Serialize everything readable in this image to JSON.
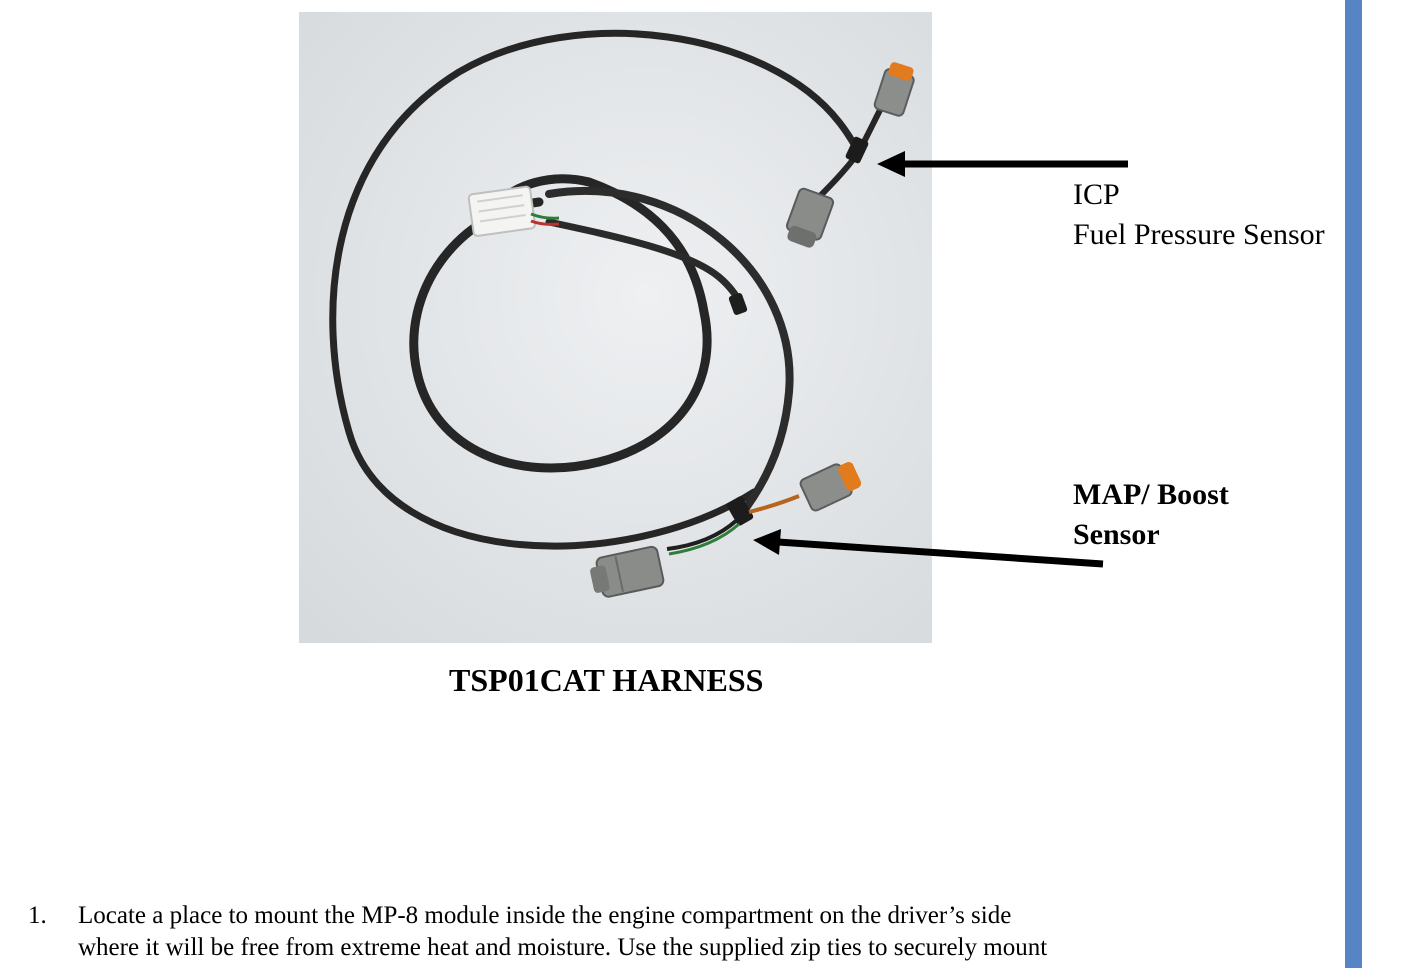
{
  "figure": {
    "icp_label_line1": "ICP",
    "icp_label_line2": "Fuel Pressure Sensor",
    "map_label_line1": "MAP/ Boost",
    "map_label_line2": "Sensor",
    "caption": "TSP01CAT HARNESS"
  },
  "instructions": {
    "step_number": "1.",
    "line1": "Locate a place to mount the MP-8 module inside the engine compartment on the driver’s side",
    "line2": "where it will be free from extreme heat and moisture.  Use the supplied zip ties to securely mount"
  },
  "colors": {
    "sidebar": "#5585c5",
    "photo_background": "#e4e7ea",
    "cable": "#2a2a2a",
    "connector_gray": "#8a8c8a",
    "connector_orange": "#e0781e"
  }
}
